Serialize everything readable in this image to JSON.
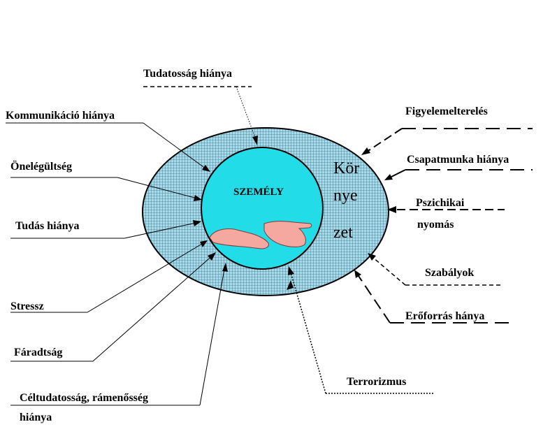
{
  "center_label": "SZEMÉLY",
  "environment_label": [
    "Kör",
    "nye",
    "zet"
  ],
  "factors_left": [
    "Tudatosság hiánya",
    "Kommunikáció hiánya",
    "Önelégültség",
    "Tudás hiánya",
    "Stressz",
    "Fáradtság",
    "Céltudatosság, rámenősség",
    "hiánya"
  ],
  "factors_right": [
    "Figyelemelterelés",
    "Csapatmunka  hiánya",
    "Pszichikai",
    "nyomás",
    "Szabályok",
    "Erőforrás hánya",
    "Terrorizmus"
  ],
  "colors": {
    "outer_fill": "#9fd8e6",
    "outer_grid": "#3d6f8a",
    "inner_fill": "#22dde8",
    "hands": "#f4a8a0"
  },
  "icons": [
    "hands-icon"
  ]
}
